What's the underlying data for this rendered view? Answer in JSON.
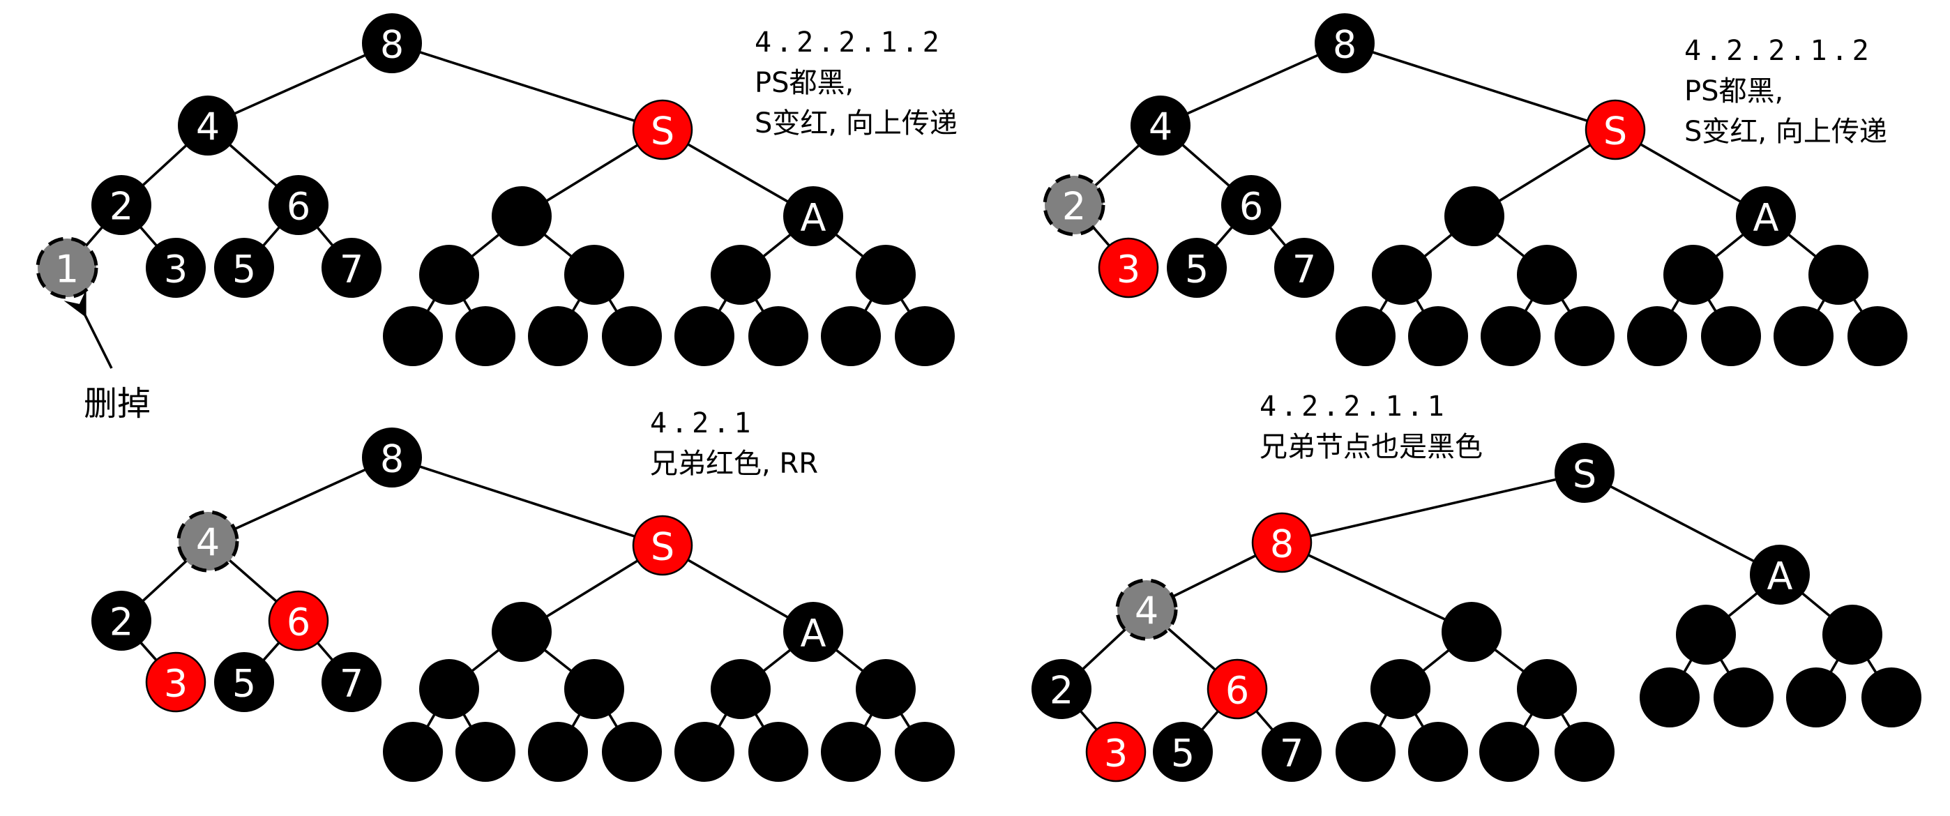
{
  "colors": {
    "black": "#000000",
    "red": "#ff0000",
    "gray": "#808080"
  },
  "panels": [
    {
      "id": "top-left",
      "caption": [
        "4.2.2.1.2",
        "PS都黑,",
        "S变红, 向上传递"
      ],
      "note": "删掉",
      "nodes": [
        {
          "id": "tl-8",
          "label": "8",
          "color": "black"
        },
        {
          "id": "tl-4",
          "label": "4",
          "color": "black"
        },
        {
          "id": "tl-S",
          "label": "S",
          "color": "red"
        },
        {
          "id": "tl-2",
          "label": "2",
          "color": "black"
        },
        {
          "id": "tl-6",
          "label": "6",
          "color": "black"
        },
        {
          "id": "tl-1",
          "label": "1",
          "color": "gray"
        },
        {
          "id": "tl-3",
          "label": "3",
          "color": "black"
        },
        {
          "id": "tl-5",
          "label": "5",
          "color": "black"
        },
        {
          "id": "tl-7",
          "label": "7",
          "color": "black"
        },
        {
          "id": "tl-sl",
          "label": "",
          "color": "black"
        },
        {
          "id": "tl-A",
          "label": "A",
          "color": "black"
        },
        {
          "id": "tl-l1",
          "label": "",
          "color": "black"
        },
        {
          "id": "tl-l2",
          "label": "",
          "color": "black"
        },
        {
          "id": "tl-l3",
          "label": "",
          "color": "black"
        },
        {
          "id": "tl-l4",
          "label": "",
          "color": "black"
        },
        {
          "id": "tl-g1",
          "label": "",
          "color": "black"
        },
        {
          "id": "tl-g2",
          "label": "",
          "color": "black"
        },
        {
          "id": "tl-g3",
          "label": "",
          "color": "black"
        },
        {
          "id": "tl-g4",
          "label": "",
          "color": "black"
        },
        {
          "id": "tl-g5",
          "label": "",
          "color": "black"
        },
        {
          "id": "tl-g6",
          "label": "",
          "color": "black"
        },
        {
          "id": "tl-g7",
          "label": "",
          "color": "black"
        },
        {
          "id": "tl-g8",
          "label": "",
          "color": "black"
        }
      ]
    },
    {
      "id": "top-right",
      "caption": [
        "4.2.2.1.2",
        "PS都黑,",
        "S变红, 向上传递"
      ],
      "nodes": [
        {
          "id": "tr-8",
          "label": "8",
          "color": "black"
        },
        {
          "id": "tr-4",
          "label": "4",
          "color": "black"
        },
        {
          "id": "tr-S",
          "label": "S",
          "color": "red"
        },
        {
          "id": "tr-2",
          "label": "2",
          "color": "gray"
        },
        {
          "id": "tr-6",
          "label": "6",
          "color": "black"
        },
        {
          "id": "tr-3",
          "label": "3",
          "color": "red"
        },
        {
          "id": "tr-5",
          "label": "5",
          "color": "black"
        },
        {
          "id": "tr-7",
          "label": "7",
          "color": "black"
        },
        {
          "id": "tr-sl",
          "label": "",
          "color": "black"
        },
        {
          "id": "tr-A",
          "label": "A",
          "color": "black"
        },
        {
          "id": "tr-l1",
          "label": "",
          "color": "black"
        },
        {
          "id": "tr-l2",
          "label": "",
          "color": "black"
        },
        {
          "id": "tr-l3",
          "label": "",
          "color": "black"
        },
        {
          "id": "tr-l4",
          "label": "",
          "color": "black"
        },
        {
          "id": "tr-g1",
          "label": "",
          "color": "black"
        },
        {
          "id": "tr-g2",
          "label": "",
          "color": "black"
        },
        {
          "id": "tr-g3",
          "label": "",
          "color": "black"
        },
        {
          "id": "tr-g4",
          "label": "",
          "color": "black"
        },
        {
          "id": "tr-g5",
          "label": "",
          "color": "black"
        },
        {
          "id": "tr-g6",
          "label": "",
          "color": "black"
        },
        {
          "id": "tr-g7",
          "label": "",
          "color": "black"
        },
        {
          "id": "tr-g8",
          "label": "",
          "color": "black"
        }
      ]
    },
    {
      "id": "bottom-left",
      "caption": [
        "4.2.1",
        "兄弟红色, RR"
      ],
      "nodes": [
        {
          "id": "bl-8",
          "label": "8",
          "color": "black"
        },
        {
          "id": "bl-4",
          "label": "4",
          "color": "gray"
        },
        {
          "id": "bl-S",
          "label": "S",
          "color": "red"
        },
        {
          "id": "bl-2",
          "label": "2",
          "color": "black"
        },
        {
          "id": "bl-6",
          "label": "6",
          "color": "red"
        },
        {
          "id": "bl-3",
          "label": "3",
          "color": "red"
        },
        {
          "id": "bl-5",
          "label": "5",
          "color": "black"
        },
        {
          "id": "bl-7",
          "label": "7",
          "color": "black"
        },
        {
          "id": "bl-sl",
          "label": "",
          "color": "black"
        },
        {
          "id": "bl-A",
          "label": "A",
          "color": "black"
        },
        {
          "id": "bl-l1",
          "label": "",
          "color": "black"
        },
        {
          "id": "bl-l2",
          "label": "",
          "color": "black"
        },
        {
          "id": "bl-l3",
          "label": "",
          "color": "black"
        },
        {
          "id": "bl-l4",
          "label": "",
          "color": "black"
        },
        {
          "id": "bl-g1",
          "label": "",
          "color": "black"
        },
        {
          "id": "bl-g2",
          "label": "",
          "color": "black"
        },
        {
          "id": "bl-g3",
          "label": "",
          "color": "black"
        },
        {
          "id": "bl-g4",
          "label": "",
          "color": "black"
        },
        {
          "id": "bl-g5",
          "label": "",
          "color": "black"
        },
        {
          "id": "bl-g6",
          "label": "",
          "color": "black"
        },
        {
          "id": "bl-g7",
          "label": "",
          "color": "black"
        },
        {
          "id": "bl-g8",
          "label": "",
          "color": "black"
        }
      ]
    },
    {
      "id": "bottom-right",
      "caption": [
        "4.2.2.1.1",
        "兄弟节点也是黑色"
      ],
      "nodes": [
        {
          "id": "br-S",
          "label": "S",
          "color": "black"
        },
        {
          "id": "br-8",
          "label": "8",
          "color": "red"
        },
        {
          "id": "br-A",
          "label": "A",
          "color": "black"
        },
        {
          "id": "br-4",
          "label": "4",
          "color": "gray"
        },
        {
          "id": "br-sl",
          "label": "",
          "color": "black"
        },
        {
          "id": "br-2",
          "label": "2",
          "color": "black"
        },
        {
          "id": "br-6",
          "label": "6",
          "color": "red"
        },
        {
          "id": "br-3",
          "label": "3",
          "color": "red"
        },
        {
          "id": "br-5",
          "label": "5",
          "color": "black"
        },
        {
          "id": "br-7",
          "label": "7",
          "color": "black"
        },
        {
          "id": "br-l1",
          "label": "",
          "color": "black"
        },
        {
          "id": "br-l2",
          "label": "",
          "color": "black"
        },
        {
          "id": "br-g1",
          "label": "",
          "color": "black"
        },
        {
          "id": "br-g2",
          "label": "",
          "color": "black"
        },
        {
          "id": "br-g3",
          "label": "",
          "color": "black"
        },
        {
          "id": "br-g4",
          "label": "",
          "color": "black"
        },
        {
          "id": "br-a1",
          "label": "",
          "color": "black"
        },
        {
          "id": "br-a2",
          "label": "",
          "color": "black"
        },
        {
          "id": "br-h1",
          "label": "",
          "color": "black"
        },
        {
          "id": "br-h2",
          "label": "",
          "color": "black"
        },
        {
          "id": "br-h3",
          "label": "",
          "color": "black"
        },
        {
          "id": "br-h4",
          "label": "",
          "color": "black"
        }
      ]
    }
  ]
}
